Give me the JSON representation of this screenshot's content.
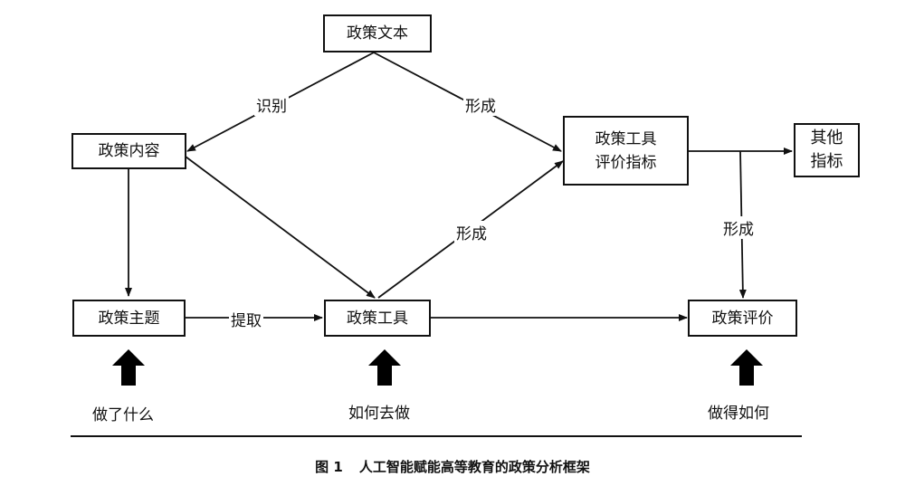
{
  "nodes": {
    "policy_text": "政策文本",
    "policy_content": "政策内容",
    "policy_tool_indicators": "政策工具\n评价指标",
    "other_indicators": "其他\n指标",
    "policy_theme": "政策主题",
    "policy_tool": "政策工具",
    "policy_evaluation": "政策评价"
  },
  "edge_labels": {
    "identify": "识别",
    "form_top": "形成",
    "form_mid": "形成",
    "form_right": "形成",
    "extract": "提取"
  },
  "captions": {
    "what": "做了什么",
    "how": "如何去做",
    "how_well": "做得如何"
  },
  "figure": {
    "number": "图 1",
    "title": "人工智能赋能高等教育的政策分析框架"
  }
}
